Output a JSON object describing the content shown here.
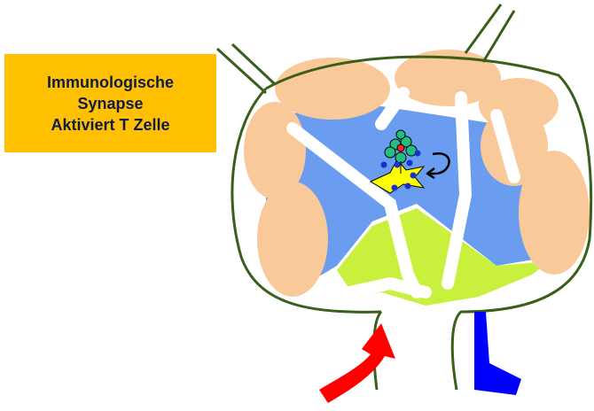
{
  "label": {
    "line1": "Immunologische",
    "line2": "Synapse",
    "line3": "Aktiviert T Zelle"
  },
  "colors": {
    "label_background": "#ffc000",
    "label_text": "#0d1a4a",
    "node_outline": "#3a5f1a",
    "cortex": "#f9c99a",
    "paracortex": "#6a9cf0",
    "medulla": "#c8f03c",
    "afferent_arrow": "#ff0000",
    "efferent_arrow": "#0000ff",
    "dendritic_cell": "#ffff00",
    "t_cell": "#20c080",
    "antigen_dots": "#1a2fd0",
    "center_dot": "#ff2020"
  },
  "icons": {
    "afferent": "red-curved-arrow-icon",
    "efferent": "blue-bent-arrow-icon",
    "loop": "black-loop-arrow-icon"
  }
}
